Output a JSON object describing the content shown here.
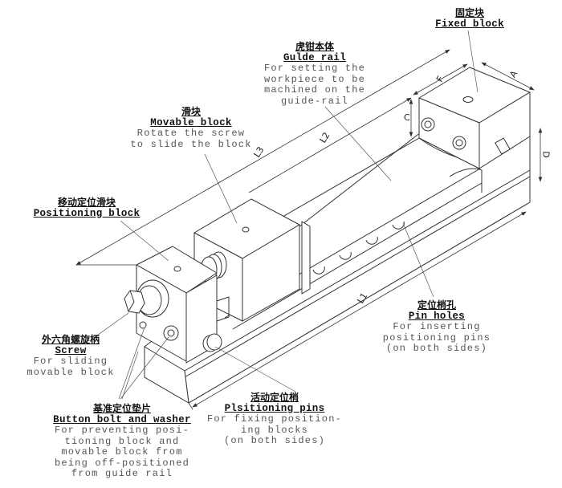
{
  "labels": {
    "fixed_block": {
      "zh": "固定块",
      "en": "Fixed block",
      "desc": []
    },
    "guide_rail": {
      "zh": "虎钳本体",
      "en": "Gulde rail",
      "desc": [
        "For setting the",
        "workpiece to be",
        "machined on the",
        "guide-rail"
      ]
    },
    "movable_block": {
      "zh": "滑块",
      "en": "Movable block",
      "desc": [
        "Rotate the screw",
        "to slide the block"
      ]
    },
    "positioning_block": {
      "zh": "移动定位滑块",
      "en": "Positioning block",
      "desc": []
    },
    "screw": {
      "zh": "外六角螺旋柄",
      "en": "Screw",
      "desc": [
        "For sliding",
        "movable block"
      ]
    },
    "button_bolt": {
      "zh": "基准定位垫片",
      "en": "Button bolt and washer",
      "desc": [
        "For preventing posi-",
        "tioning block and",
        "movable block from",
        "being off-positioned",
        "from guide rail"
      ]
    },
    "positioning_pins": {
      "zh": "活动定位梢",
      "en": "Plsitioning pins",
      "desc": [
        "For fixing position-",
        "ing blocks",
        "(on both sides)"
      ]
    },
    "pin_holes": {
      "zh": "定位梢孔",
      "en": "Pin holes",
      "desc": [
        "For inserting",
        "positioning pins",
        "(on both sides)"
      ]
    }
  },
  "dimensions": {
    "A": "A",
    "F": "F",
    "C": "C",
    "D": "D",
    "L1": "L1",
    "L2": "L2",
    "L3": "L3"
  },
  "colors": {
    "line": "#333333",
    "text": "#111111",
    "desc": "#555555"
  }
}
